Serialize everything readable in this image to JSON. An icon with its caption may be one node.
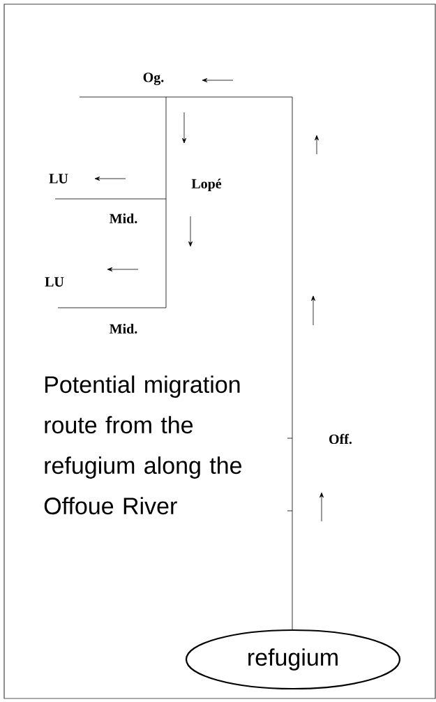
{
  "diagram": {
    "nodes": [
      {
        "text": [
          "refugium"
        ]
      }
    ],
    "edges": [],
    "labels": [
      "Og.",
      "LU",
      "Lopé",
      "Mid.",
      "LU",
      "Mid.",
      "Off.",
      "Potential migration route from the refugium along the Offoue River"
    ]
  }
}
